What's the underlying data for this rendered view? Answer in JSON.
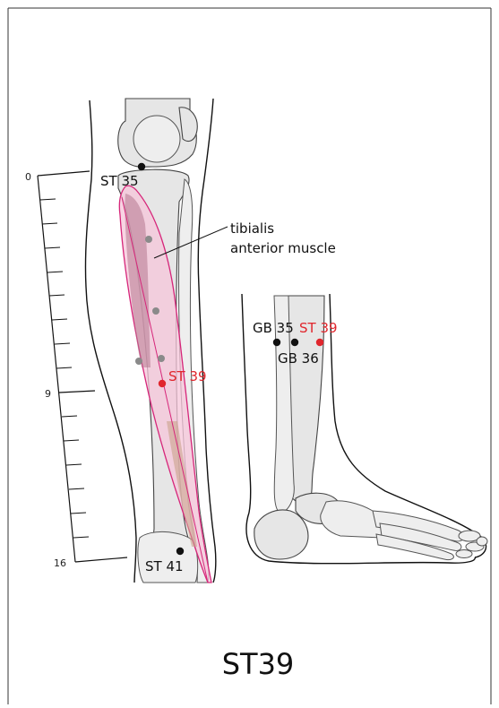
{
  "title": "ST39",
  "muscle_label_line1": "tibialis",
  "muscle_label_line2": "anterior muscle",
  "scale": {
    "top": "0",
    "middle": "9",
    "bottom": "16"
  },
  "points": {
    "st35": "ST 35",
    "st39": "ST 39",
    "st41": "ST 41",
    "gb35": "GB 35",
    "gb36": "GB 36",
    "st39_side": "ST 39"
  },
  "colors": {
    "highlight": "#e0262d",
    "muscle_outline": "#d6267a",
    "muscle_fill": "#f6c6da",
    "point_black": "#111111",
    "point_gray": "#8a8a8a"
  }
}
